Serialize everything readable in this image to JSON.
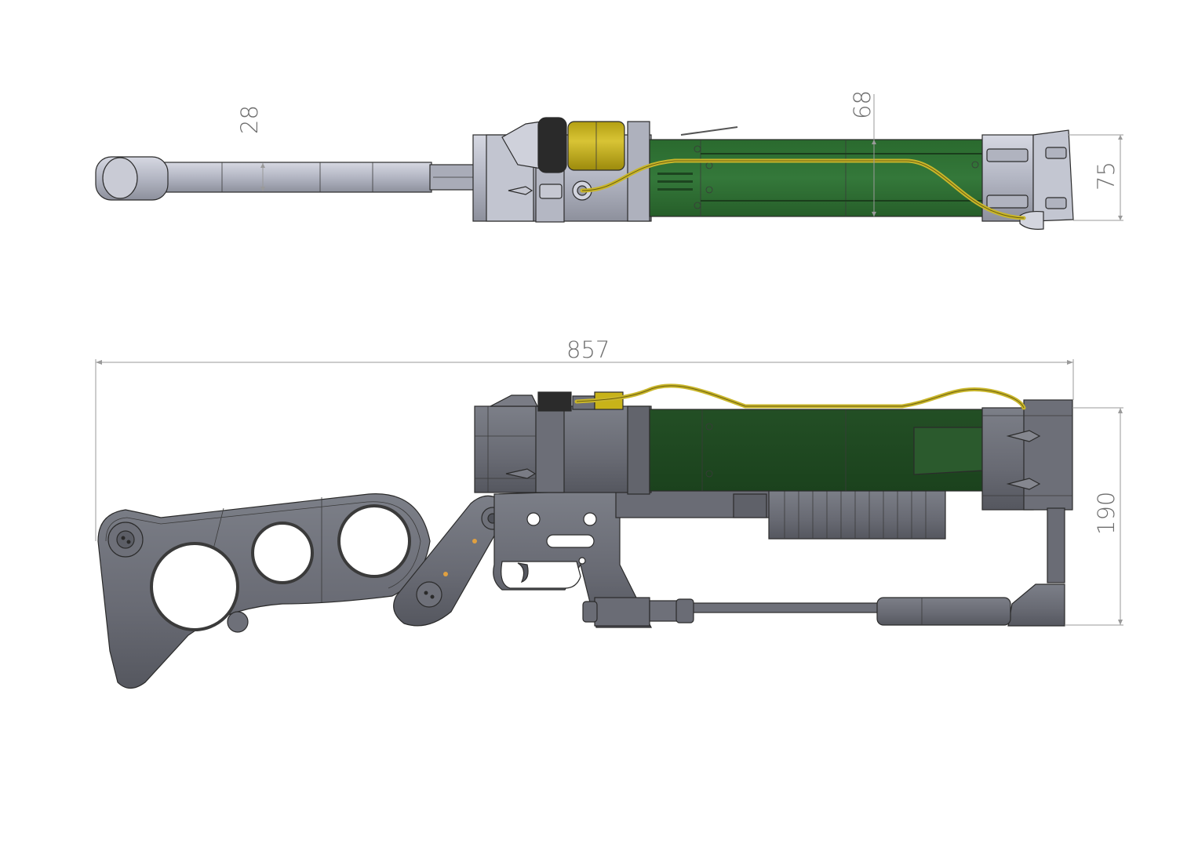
{
  "dimensions": {
    "top_view": {
      "barrel_width": "28",
      "body_height": "68",
      "end_cap_height": "75"
    },
    "side_view": {
      "overall_length": "857",
      "overall_height": "190"
    }
  },
  "colors": {
    "steel_light": "#b9bcc9",
    "steel_dark": "#6e7079",
    "green_top": "#2f6f32",
    "green_side": "#1f4a22",
    "cable_yellow": "#c9b62a",
    "capacitor_yellow": "#c8b319",
    "dimension_gray": "#9a9a9a"
  }
}
